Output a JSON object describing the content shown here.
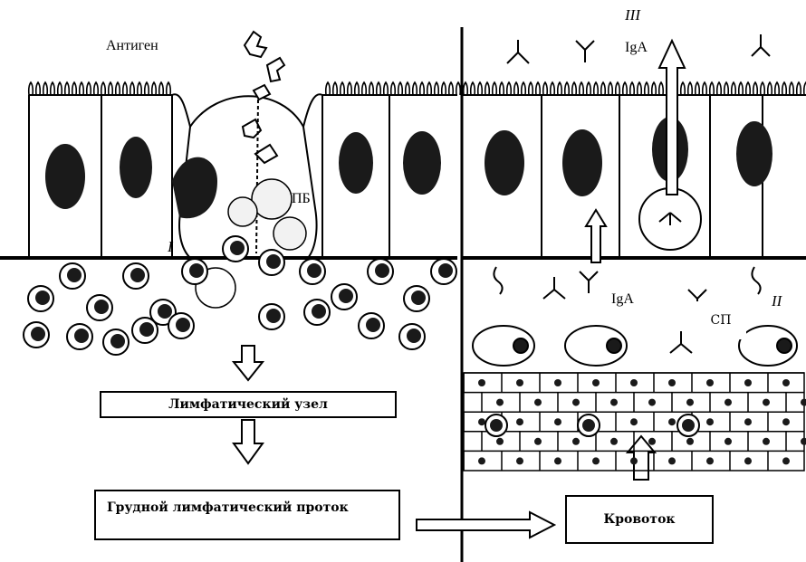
{
  "labels": {
    "antigen": "Антиген",
    "pb": "ПБ",
    "roman_1": "I",
    "roman_2": "II",
    "roman_3": "III",
    "iga_top": "IgA",
    "iga_mid": "IgA",
    "sp": "СП"
  },
  "boxes": {
    "lymph_node": "Лимфатический узел",
    "thoracic_duct": "Грудной лимфатический проток",
    "bloodstream": "Кровоток"
  },
  "colors": {
    "ink": "#000000",
    "paper": "#ffffff",
    "nucleus": "#1a1a1a",
    "cytoplasm": "#f2f2f2"
  }
}
